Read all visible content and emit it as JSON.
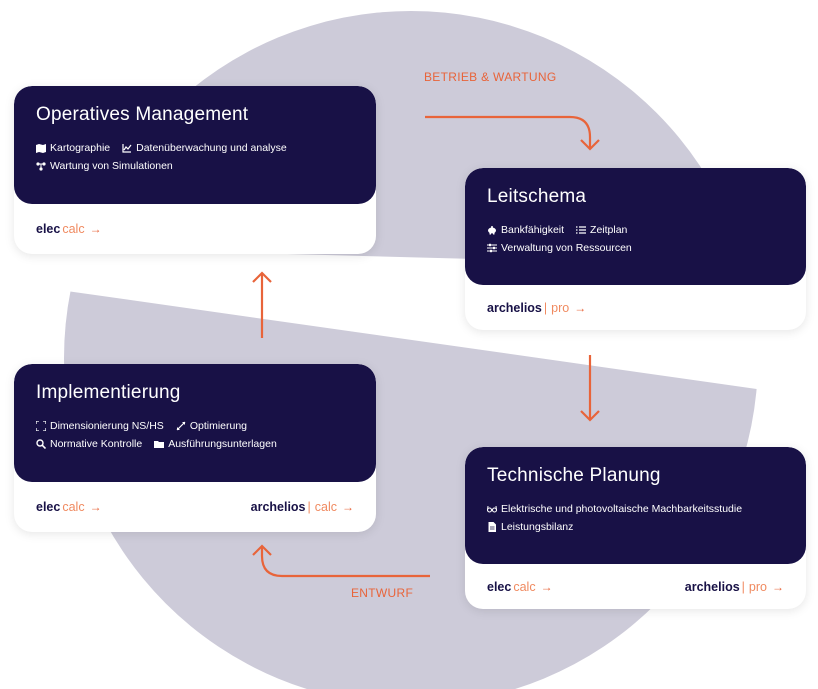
{
  "phases": {
    "top": "BETRIEB & WARTUNG",
    "bottom": "ENTWURF"
  },
  "cards": {
    "operatives": {
      "title": "Operatives Management",
      "feats": [
        {
          "icon": "map-icon",
          "label": "Kartographie"
        },
        {
          "icon": "chart-line-icon",
          "label": "Datenüberwachung und analyse"
        },
        {
          "icon": "network-icon",
          "label": "Wartung von Simulationen"
        }
      ],
      "products": [
        {
          "b1": "elec",
          "sep": "",
          "b2": "calc",
          "arrow": "→"
        }
      ]
    },
    "leitschema": {
      "title": "Leitschema",
      "feats": [
        {
          "icon": "piggy-bank-icon",
          "label": "Bankfähigkeit"
        },
        {
          "icon": "list-icon",
          "label": "Zeitplan"
        },
        {
          "icon": "sliders-icon",
          "label": "Verwaltung von Ressourcen"
        }
      ],
      "products": [
        {
          "b1": "archelios",
          "sep": "|",
          "b2": "pro",
          "arrow": "→"
        }
      ]
    },
    "implementierung": {
      "title": "Implementierung",
      "feats": [
        {
          "icon": "expand-icon",
          "label": "Dimensionierung NS/HS"
        },
        {
          "icon": "resize-icon",
          "label": "Optimierung"
        },
        {
          "icon": "search-icon",
          "label": "Normative Kontrolle"
        },
        {
          "icon": "folder-icon",
          "label": "Ausführungsunterlagen"
        }
      ],
      "products": [
        {
          "b1": "elec",
          "sep": "",
          "b2": "calc",
          "arrow": "→"
        },
        {
          "b1": "archelios",
          "sep": "|",
          "b2": "calc",
          "arrow": "→"
        }
      ]
    },
    "technische": {
      "title": "Technische Planung",
      "feats": [
        {
          "icon": "glasses-icon",
          "label": "Elektrische und photovoltaische Machbarkeitsstudie"
        },
        {
          "icon": "document-icon",
          "label": "Leistungsbilanz"
        }
      ],
      "products": [
        {
          "b1": "elec",
          "sep": "",
          "b2": "calc",
          "arrow": "→"
        },
        {
          "b1": "archelios",
          "sep": "|",
          "b2": "pro",
          "arrow": "→"
        }
      ]
    }
  },
  "colors": {
    "navy": "#181146",
    "accent": "#e8643a",
    "accent_light": "#f08a60",
    "circle": "#cdcbd9"
  }
}
